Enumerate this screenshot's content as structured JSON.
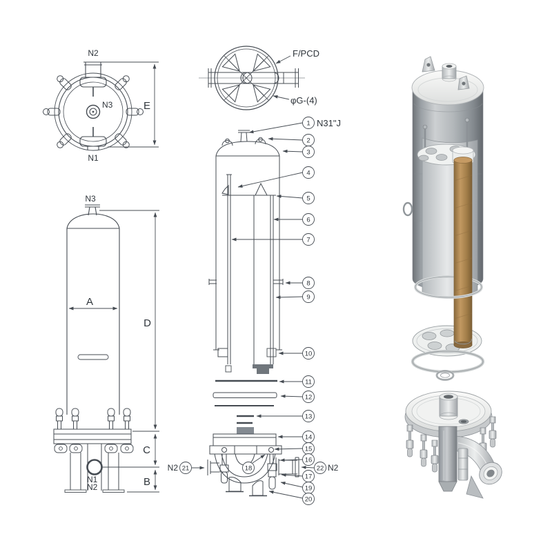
{
  "page": {
    "background": "#ffffff"
  },
  "colors": {
    "line": "#454b52",
    "text": "#2f353b",
    "shell_gray": "#9aa0a5",
    "interior_gray": "#e2e4e5",
    "cartridge_brown": "#b08a52",
    "plate_white": "#f0f1f0"
  },
  "top_view": {
    "nozzle_top_label": "N2",
    "center_label": "N3",
    "nozzle_bottom_label": "N1",
    "height_dim_label": "E"
  },
  "pcd_view": {
    "flange_label": "F/PCD",
    "holes_label": "φG-(4)"
  },
  "side_view": {
    "nozzle_label": "N3",
    "width_dim_label": "A",
    "height_dim_label": "D",
    "base_dim_label": "C",
    "leg_dim_label": "B",
    "outlet_label_line1": "N1",
    "outlet_label_line2": "N2"
  },
  "exploded_view": {
    "callouts": [
      "1",
      "2",
      "3",
      "4",
      "5",
      "6",
      "7",
      "8",
      "9",
      "10",
      "11",
      "12",
      "13",
      "14",
      "15",
      "16",
      "17",
      "18",
      "19",
      "20",
      "21",
      "22"
    ],
    "item1_note": "N31\"J",
    "inlet_label_left": "N2",
    "inlet_label_right": "N2"
  }
}
